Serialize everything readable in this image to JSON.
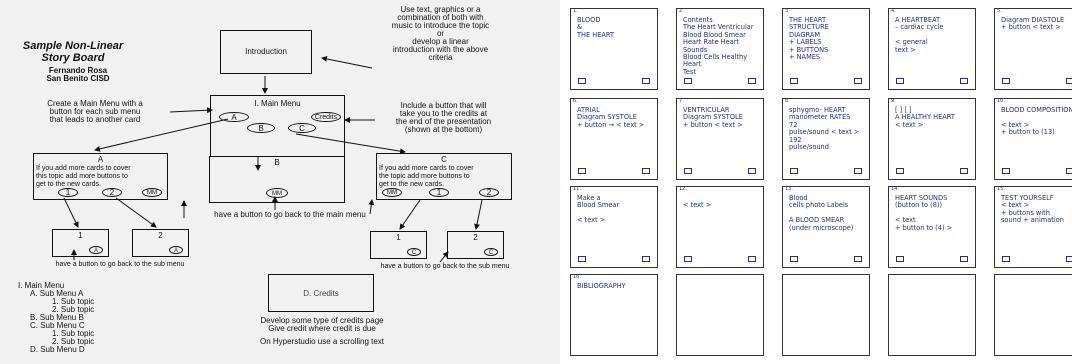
{
  "storyboard": {
    "title": "Sample Non-Linear\nStory Board",
    "author": "Fernando Rosa\nSan Benito CISD",
    "intro_label": "Introduction",
    "intro_note": "Use text, graphics or a\ncombination of both with\nmusic to introduce the topic\nor\ndevelop a linear\nintroduction with the above\ncriteria",
    "main_menu_title": "I.  Main Menu",
    "main_menu_note": "Create a Main Menu with a\nbutton for each sub menu\nthat leads to another card",
    "credits_note": "Include a button that will\ntake you to the credits at\nthe end of the presentation\n(shown at the bottom)",
    "btn_a": "A",
    "btn_b": "B",
    "btn_c": "C",
    "btn_credits": "Credits",
    "sub_a_title": "A",
    "sub_a_note": "If you add more cards to cover\nthis topic add more buttons to\nget to the new cards.",
    "sub_b_title": "B",
    "sub_c_title": "C",
    "sub_c_note": "If you add more cards to cover\nthe topic add more buttons to\nget to the new cards.",
    "btn_1": "1",
    "btn_2": "2",
    "btn_mm": "MM",
    "back_main_note": "have a button to go back to the main menu",
    "card_1": "1",
    "card_2": "2",
    "card_a": "A",
    "card_c": "C",
    "back_sub_note": "have a button to go back to the sub menu",
    "outline": [
      "I.   Main Menu",
      "A.   Sub Menu A",
      "1.   Sub topic",
      "2.   Sub topic",
      "B.   Sub Menu B",
      "C.   Sub Menu C",
      "1.   Sub topic",
      "2.   Sub topic",
      "D.   Sub Menu D"
    ],
    "credits_label": "D.  Credits",
    "credits_bottom": "Develop some type of credits page\nGive credit where credit is due",
    "scroll_note": "On Hyperstudio use a scrolling text"
  },
  "cards": [
    {
      "n": "1.",
      "text": "BLOOD\n&\nTHE HEART"
    },
    {
      "n": "2.",
      "text": "Contents\nThe Heart   Ventricular\nBlood    Blood Smear\nHeart Rate   Heart Sounds\nBlood Cells  Healthy Heart\n          Test"
    },
    {
      "n": "3.",
      "text": "THE HEART\nSTRUCTURE\n  DIAGRAM\n  + LABELS\n  + BUTTONS\n  + NAMES"
    },
    {
      "n": "4.",
      "text": "A HEARTBEAT\n– cardiac cycle\n\n< general\n  text >"
    },
    {
      "n": "5.",
      "text": "Diagram          DIASTOLE\n+ button      < text >"
    },
    {
      "n": "6.",
      "text": "         ATRIAL\nDiagram   SYSTOLE\n+ button →  < text >"
    },
    {
      "n": "7.",
      "text": "        VENTRICULAR\nDiagram   SYSTOLE\n+ button    < text >"
    },
    {
      "n": "8.",
      "text": "sphygmo-   HEART\nmanometer   RATES\n72\npulse/sound   < text >\n192\npulse/sound"
    },
    {
      "n": "9.",
      "text": "[  ]   [ ]\nA HEALTHY HEART\n< text >"
    },
    {
      "n": "10.",
      "text": "BLOOD COMPOSITION\n\n< text >\n+ button to (13)"
    },
    {
      "n": "11.",
      "text": "   Make a\n  Blood Smear\n\n  < text >"
    },
    {
      "n": "12.",
      "text": "\n         < text >"
    },
    {
      "n": "13.",
      "text": "Blood\ncells photo      Labels\n\n  A BLOOD SMEAR\n  (under microscope)"
    },
    {
      "n": "14.",
      "text": "HEART SOUNDS\n(button to (8))\n\n< text\n+ button to (4) >"
    },
    {
      "n": "15.",
      "text": "TEST YOURSELF\n< text >\n+ buttons with\n sound + animation"
    },
    {
      "n": "16.",
      "text": "BIBLIOGRAPHY"
    },
    {
      "n": "",
      "text": ""
    },
    {
      "n": "",
      "text": ""
    },
    {
      "n": "",
      "text": ""
    },
    {
      "n": "",
      "text": ""
    }
  ]
}
